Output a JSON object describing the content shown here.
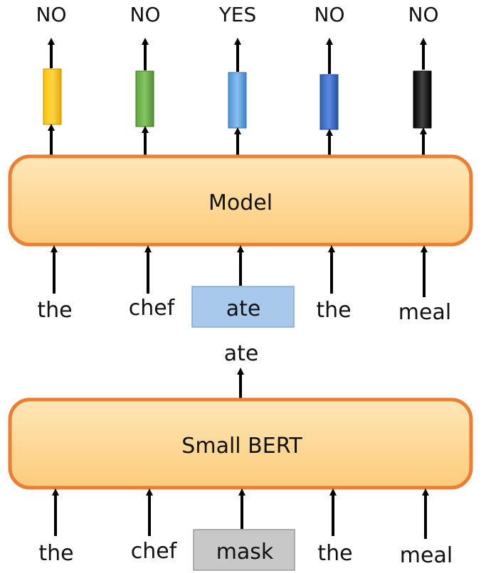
{
  "outputs": [
    "NO",
    "NO",
    "YES",
    "NO",
    "NO"
  ],
  "output_colors": [
    "#F5B800",
    "#6AB04C",
    "#5B9BD5",
    "#3A6CC8",
    "#111111"
  ],
  "model": {
    "label": "Model"
  },
  "model_inputs": [
    "the",
    "chef",
    "ate",
    "the",
    "meal"
  ],
  "bert_output": "ate",
  "small_bert": {
    "label": "Small BERT"
  },
  "bert_inputs": [
    "the",
    "chef",
    "mask",
    "the",
    "meal"
  ],
  "colors": {
    "box_fill": "#FDD99A",
    "box_stroke": "#ED7D31",
    "replaced_token_fill": "#A9C9EC",
    "mask_token_fill": "#C8C8C8"
  }
}
